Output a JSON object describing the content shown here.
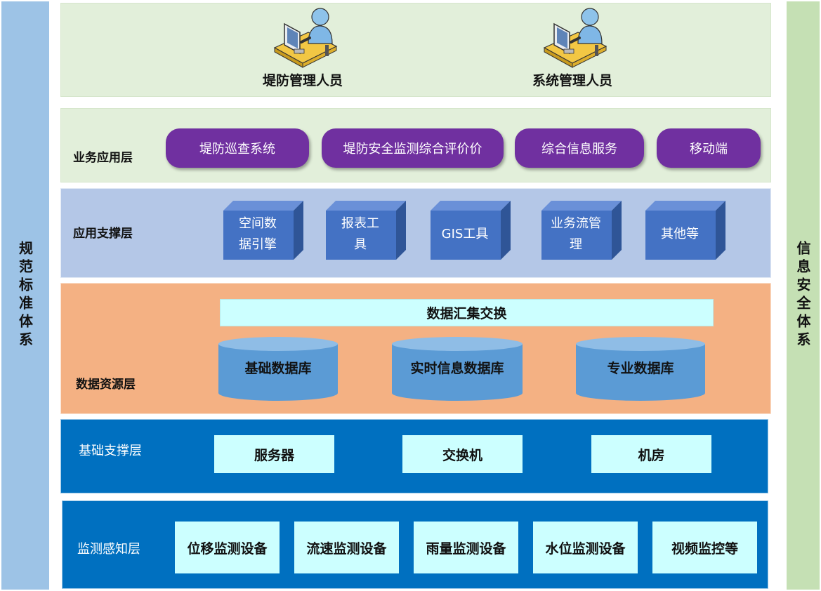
{
  "side": {
    "left_label": "规范标准体系",
    "right_label": "信息安全体系"
  },
  "users": [
    {
      "name": "堤防管理人员",
      "icon": "person-at-computer-icon"
    },
    {
      "name": "系统管理人员",
      "icon": "person-at-computer-icon"
    }
  ],
  "layers": {
    "business": {
      "label": "业务应用层",
      "items": [
        "堤防巡查系统",
        "堤防安全监测综合评价价",
        "综合信息服务",
        "移动端"
      ]
    },
    "app_support": {
      "label": "应用支撑层",
      "items": [
        {
          "line1": "空间数",
          "line2": "据引擎"
        },
        {
          "line1": "报表工",
          "line2": "具"
        },
        {
          "line1": "GIS工具",
          "line2": ""
        },
        {
          "line1": "业务流管",
          "line2": "理"
        },
        {
          "line1": "其他等",
          "line2": ""
        }
      ]
    },
    "data_resource": {
      "label": "数据资源层",
      "exchange": "数据汇集交换",
      "databases": [
        "基础数据库",
        "实时信息数据库",
        "专业数据库"
      ]
    },
    "base_support": {
      "label": "基础支撑层",
      "items": [
        "服务器",
        "交换机",
        "机房"
      ]
    },
    "sensing": {
      "label": "监测感知层",
      "items": [
        "位移监测设备",
        "流速监测设备",
        "雨量监测设备",
        "水位监测设备",
        "视频监控等"
      ]
    }
  },
  "colors": {
    "left_pillar": "#9dc3e6",
    "right_pillar": "#c5e0b4",
    "business_band": "#e2efda",
    "support_band": "#b4c7e7",
    "data_band": "#f4b183",
    "base_band": "#0070c0",
    "pill": "#7030a0",
    "cube": "#4472c4",
    "database": "#5b9bd5",
    "box": "#ccffff"
  }
}
